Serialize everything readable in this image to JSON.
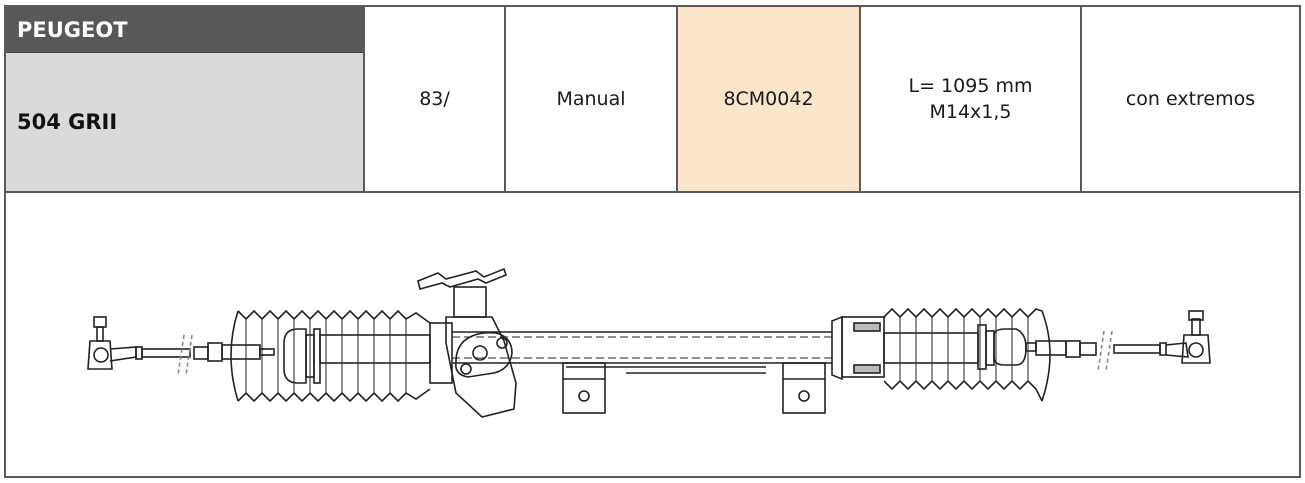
{
  "brand": "PEUGEOT",
  "model": "504 GRII",
  "year": "83/",
  "steering_type": "Manual",
  "reference": "8CM0042",
  "dimensions": {
    "length": "L= 1095 mm",
    "thread": "M14x1,5"
  },
  "ends": "con extremos",
  "colors": {
    "brand_bg": "#585858",
    "model_bg": "#dadada",
    "reference_bg": "#fbe6cc",
    "border": "#5a5a5a"
  },
  "drawing": {
    "icon": "steering-rack-diagram-icon"
  }
}
